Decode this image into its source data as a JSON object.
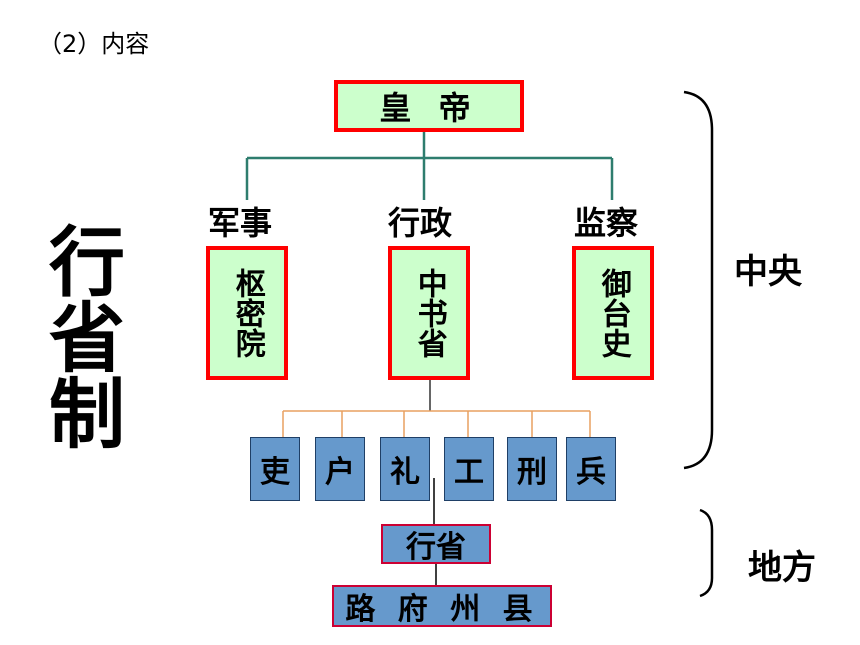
{
  "section_title": "（2）内容",
  "big_title": "行省制",
  "emperor": "皇 帝",
  "branches": [
    {
      "category": "军事",
      "office": "枢密院"
    },
    {
      "category": "行政",
      "office": "中书省"
    },
    {
      "category": "监察",
      "office": "御台史"
    }
  ],
  "ministries": [
    "吏",
    "户",
    "礼",
    "工",
    "刑",
    "兵"
  ],
  "local": {
    "level1": "行省",
    "level2": "路 府 州 县"
  },
  "side_labels": {
    "central": "中央",
    "local": "地方"
  },
  "colors": {
    "red_border": "#ff0000",
    "green_fill": "#ccffcc",
    "blue_fill": "#6699cc",
    "teal_line": "#2e7d6e",
    "orange_line": "#e8a060"
  }
}
